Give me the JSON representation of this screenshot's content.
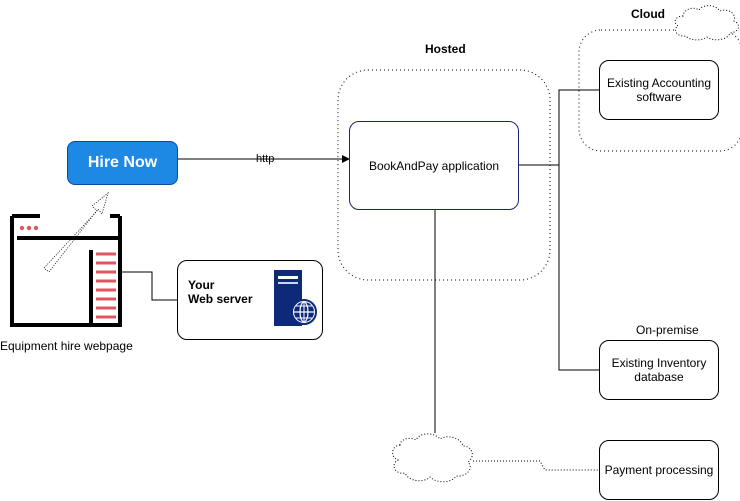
{
  "labels": {
    "cloud": "Cloud",
    "hosted": "Hosted",
    "on_premise": "On-premise",
    "http": "http",
    "equipment_webpage": "Equipment hire webpage"
  },
  "buttons": {
    "hire_now": "Hire Now"
  },
  "boxes": {
    "bookandpay": "BookAndPay application",
    "accounting_line1": "Existing Accounting",
    "accounting_line2": "software",
    "inventory_line1": "Existing Inventory",
    "inventory_line2": "database",
    "payment": "Payment processing",
    "webserver_line1": "Your",
    "webserver_line2": "Web server"
  },
  "icons": {
    "webpage": "browser-window-icon",
    "server": "web-server-icon",
    "cloud_top": "cloud-icon",
    "cloud_bottom": "cloud-icon"
  },
  "colors": {
    "button_blue": "#1e88e5",
    "server_navy": "#0d2a7a",
    "menu_red": "#e05560",
    "app_border": "#1a237e"
  }
}
